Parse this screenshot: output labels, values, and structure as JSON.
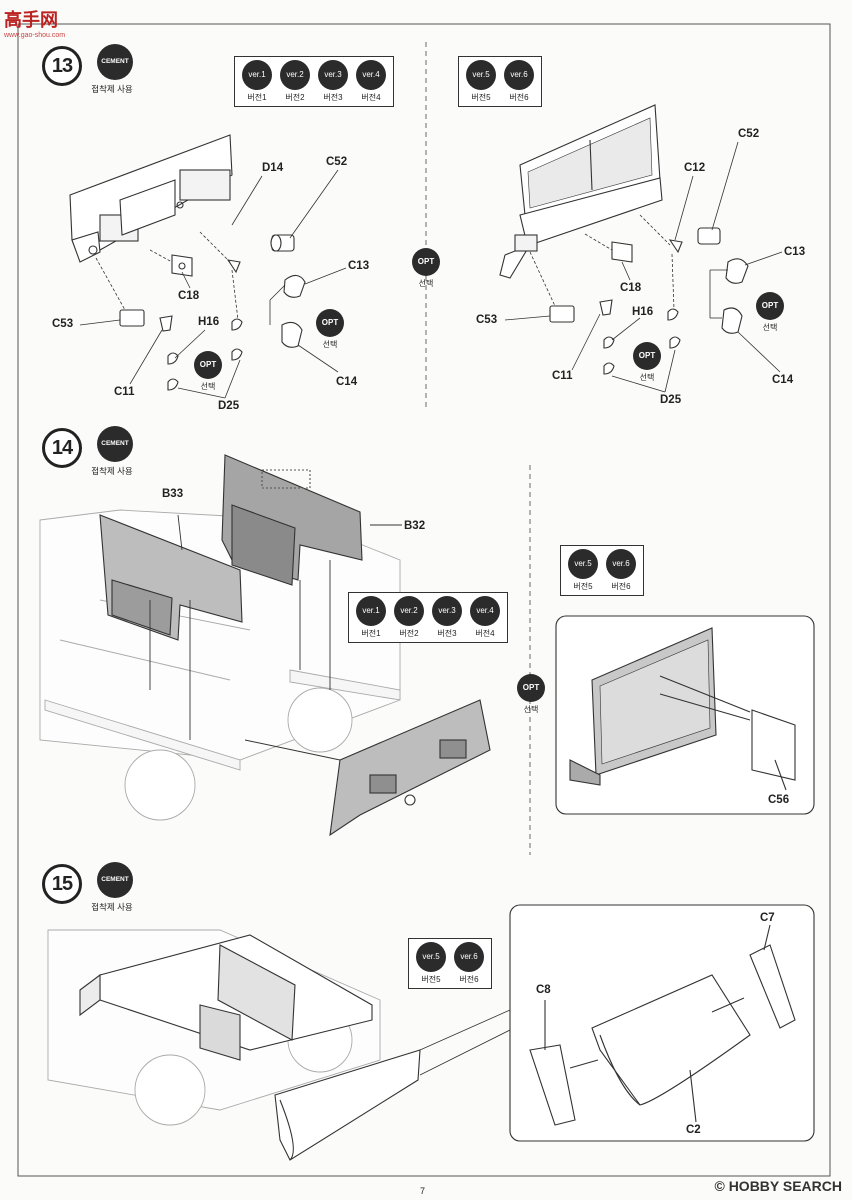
{
  "watermark": {
    "brand": "高手网",
    "url": "www.gao-shou.com"
  },
  "footer": {
    "logo": "HOBBY SEARCH",
    "mark": "©"
  },
  "page_number": "7",
  "cement": {
    "label": "CEMENT",
    "sub": "접착제 사용"
  },
  "opt": {
    "label": "OPT",
    "sub": "선택"
  },
  "versions": {
    "v1": {
      "label": "ver.1",
      "sub": "버전1"
    },
    "v2": {
      "label": "ver.2",
      "sub": "버전2"
    },
    "v3": {
      "label": "ver.3",
      "sub": "버전3"
    },
    "v4": {
      "label": "ver.4",
      "sub": "버전4"
    },
    "v5": {
      "label": "ver.5",
      "sub": "버전5"
    },
    "v6": {
      "label": "ver.6",
      "sub": "버전6"
    }
  },
  "steps": {
    "s13": {
      "number": "13",
      "left_parts": [
        "D14",
        "C52",
        "C13",
        "C18",
        "C53",
        "H16",
        "C11",
        "C14",
        "D25"
      ],
      "right_parts": [
        "C52",
        "C12",
        "C13",
        "C18",
        "C53",
        "H16",
        "C11",
        "C14",
        "D25"
      ]
    },
    "s14": {
      "number": "14",
      "parts": [
        "B33",
        "B32",
        "C56"
      ]
    },
    "s15": {
      "number": "15",
      "parts": [
        "C7",
        "C8",
        "C2"
      ]
    }
  }
}
